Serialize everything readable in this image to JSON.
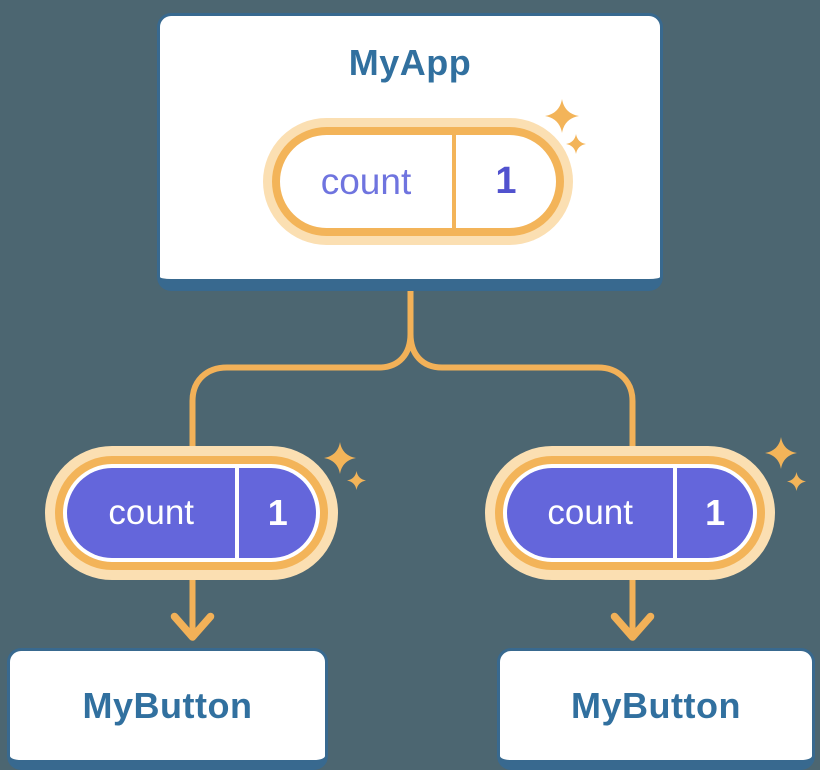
{
  "diagram": {
    "app": {
      "title": "MyApp",
      "state_pill": {
        "label": "count",
        "value": "1"
      }
    },
    "children": [
      {
        "title": "MyButton",
        "prop_pill": {
          "label": "count",
          "value": "1"
        }
      },
      {
        "title": "MyButton",
        "prop_pill": {
          "label": "count",
          "value": "1"
        }
      }
    ],
    "icons": {
      "sparkle": "sparkle-icon",
      "arrow": "arrow-down-icon"
    },
    "colors": {
      "background": "#4C6671",
      "card_fill": "#FFFFFF",
      "card_border": "#38698F",
      "title_text": "#31709F",
      "wire_orange": "#F2B158",
      "pill_halo": "#FBDFB2",
      "pill_ring": "#F3B459",
      "pill_purple_fill": "#6466DB",
      "state_label_text": "#6F74DF",
      "state_value_text": "#5152CE",
      "prop_text": "#FFFFFF"
    }
  }
}
